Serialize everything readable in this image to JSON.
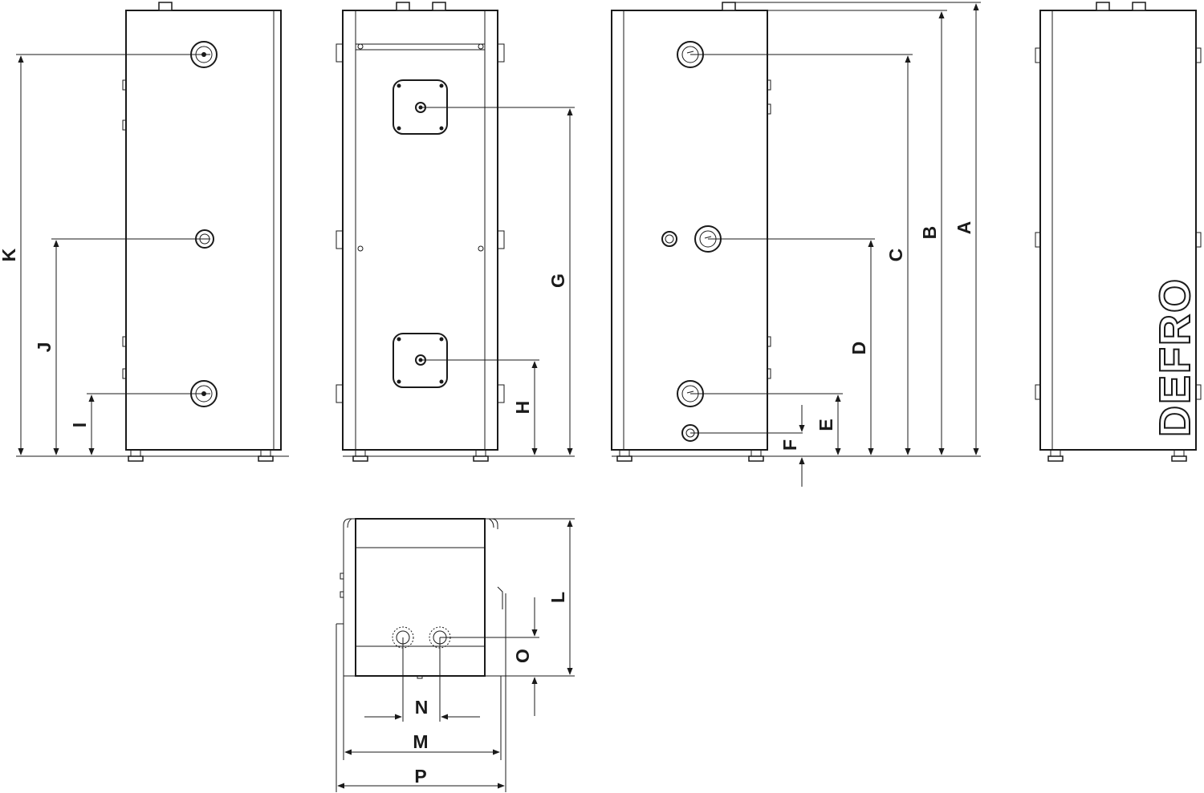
{
  "brand": {
    "logo_text": "DEFRO"
  },
  "dimension_labels": {
    "a": "A",
    "b": "B",
    "c": "C",
    "d": "D",
    "e": "E",
    "f": "F",
    "g": "G",
    "h": "H",
    "i": "I",
    "j": "J",
    "k": "K",
    "l": "L",
    "m": "M",
    "n": "N",
    "o": "O",
    "p": "P"
  },
  "colors": {
    "line": "#1a1a1a",
    "background": "#ffffff"
  }
}
